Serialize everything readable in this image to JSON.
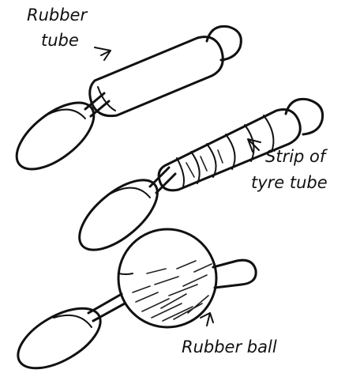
{
  "labels": {
    "rubber_tube_line1": "Rubber",
    "rubber_tube_line2": "tube",
    "strip_line1": "Strip of",
    "strip_line2": "tyre tube",
    "rubber_ball": "Rubber ball"
  },
  "colors": {
    "ink": "#111111",
    "background": "#ffffff"
  }
}
